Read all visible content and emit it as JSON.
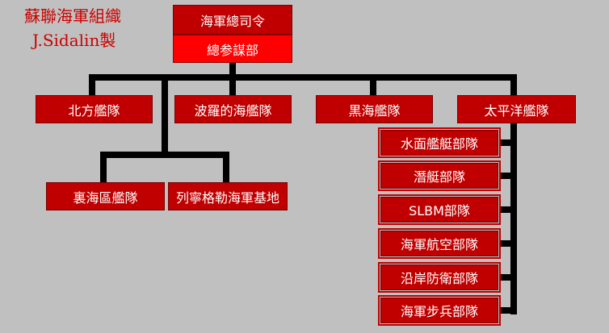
{
  "caption": {
    "line1": "蘇聯海軍組織",
    "line2": "J.Sidalin製"
  },
  "hq": {
    "top": "海軍總司令",
    "bottom": "總参謀部"
  },
  "fleets": [
    "北方艦隊",
    "波羅的海艦隊",
    "黒海艦隊",
    "太平洋艦隊"
  ],
  "baltic_units": [
    "裏海區艦隊",
    "列寧格勒海軍基地"
  ],
  "pacific_units": [
    "水面艦艇部隊",
    "潛艇部隊",
    "SLBM部隊",
    "海軍航空部隊",
    "沿岸防衛部隊",
    "海軍步兵部隊"
  ],
  "colors": {
    "dark_red": "#c00000",
    "bright_red": "#ff0000",
    "background": "#c0c0c0",
    "lines": "#000000"
  }
}
